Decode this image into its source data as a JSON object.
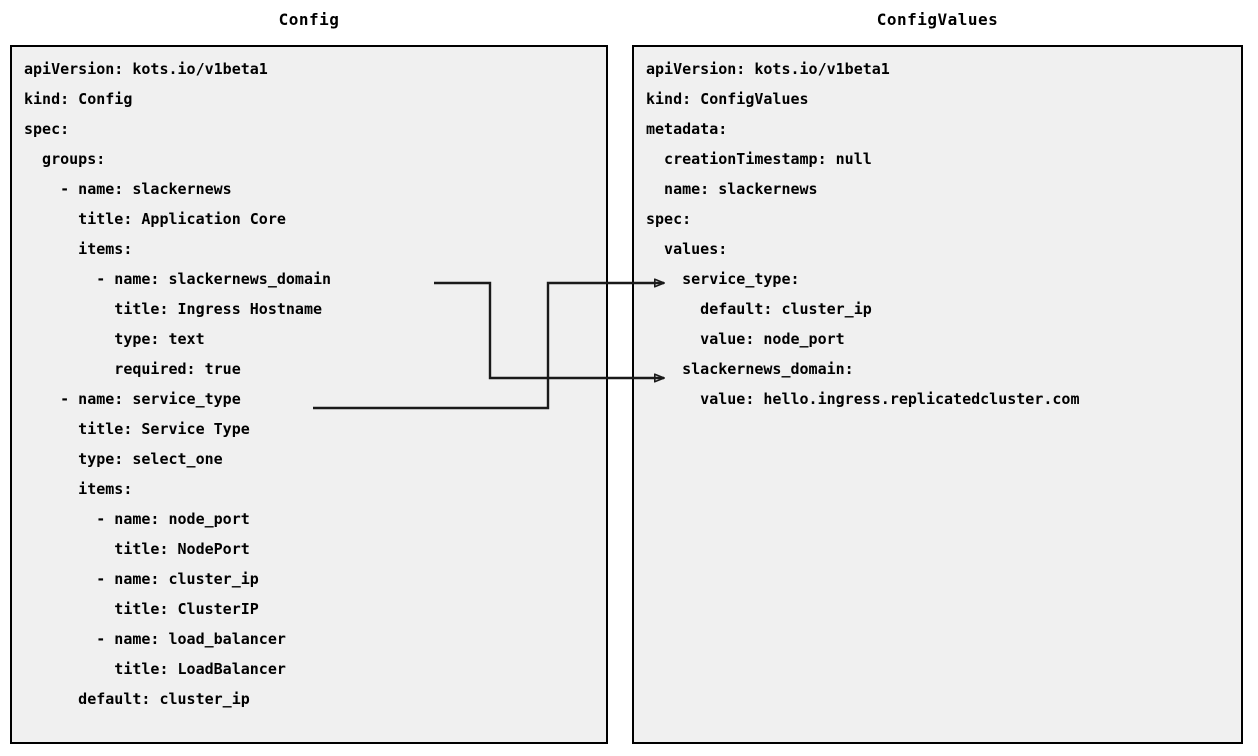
{
  "page": {
    "background_color": "#ffffff",
    "panel_background_color": "#f0f0f0",
    "panel_border_color": "#000000",
    "text_color": "#000000",
    "connector_color": "#1a1a1a"
  },
  "panels": {
    "config": {
      "title": "Config",
      "lines": [
        "apiVersion: kots.io/v1beta1",
        "kind: Config",
        "spec:",
        "  groups:",
        "    - name: slackernews",
        "      title: Application Core",
        "      items:",
        "        - name: slackernews_domain",
        "          title: Ingress Hostname",
        "          type: text",
        "          required: true",
        "    - name: service_type",
        "      title: Service Type",
        "      type: select_one",
        "      items:",
        "        - name: node_port",
        "          title: NodePort",
        "        - name: cluster_ip",
        "          title: ClusterIP",
        "        - name: load_balancer",
        "          title: LoadBalancer",
        "      default: cluster_ip"
      ],
      "text": "apiVersion: kots.io/v1beta1\nkind: Config\nspec:\n  groups:\n    - name: slackernews\n      title: Application Core\n      items:\n        - name: slackernews_domain\n          title: Ingress Hostname\n          type: text\n          required: true\n    - name: service_type\n      title: Service Type\n      type: select_one\n      items:\n        - name: node_port\n          title: NodePort\n        - name: cluster_ip\n          title: ClusterIP\n        - name: load_balancer\n          title: LoadBalancer\n      default: cluster_ip"
    },
    "config_values": {
      "title": "ConfigValues",
      "lines": [
        "apiVersion: kots.io/v1beta1",
        "kind: ConfigValues",
        "metadata:",
        "  creationTimestamp: null",
        "  name: slackernews",
        "spec:",
        "  values:",
        "    service_type:",
        "      default: cluster_ip",
        "      value: node_port",
        "    slackernews_domain:",
        "      value: hello.ingress.replicatedcluster.com"
      ],
      "text": "apiVersion: kots.io/v1beta1\nkind: ConfigValues\nmetadata:\n  creationTimestamp: null\n  name: slackernews\nspec:\n  values:\n    service_type:\n      default: cluster_ip\n      value: node_port\n    slackernews_domain:\n      value: hello.ingress.replicatedcluster.com"
    }
  },
  "connectors": [
    {
      "id": "slackernews-domain-link",
      "from_label": "slackernews_domain",
      "to_label": "slackernews_domain:",
      "arrowhead": "open-triangle"
    },
    {
      "id": "service-type-link",
      "from_label": "service_type",
      "to_label": "service_type:",
      "arrowhead": "open-triangle"
    }
  ]
}
